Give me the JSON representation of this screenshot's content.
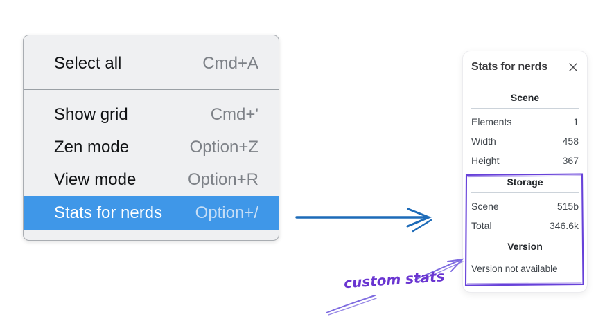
{
  "context_menu": {
    "items": [
      {
        "label": "Select all",
        "shortcut": "Cmd+A",
        "highlighted": false
      },
      {
        "label": "Show grid",
        "shortcut": "Cmd+'",
        "highlighted": false
      },
      {
        "label": "Zen mode",
        "shortcut": "Option+Z",
        "highlighted": false
      },
      {
        "label": "View mode",
        "shortcut": "Option+R",
        "highlighted": false
      },
      {
        "label": "Stats for nerds",
        "shortcut": "Option+/",
        "highlighted": true
      }
    ]
  },
  "stats_panel": {
    "title": "Stats for nerds",
    "close_icon": "x-icon",
    "sections": [
      {
        "heading": "Scene",
        "rows": [
          {
            "label": "Elements",
            "value": "1"
          },
          {
            "label": "Width",
            "value": "458"
          },
          {
            "label": "Height",
            "value": "367"
          }
        ]
      },
      {
        "heading": "Storage",
        "rows": [
          {
            "label": "Scene",
            "value": "515b"
          },
          {
            "label": "Total",
            "value": "346.6k"
          }
        ]
      },
      {
        "heading": "Version",
        "note": "Version not available"
      }
    ]
  },
  "annotation": {
    "label": "custom stats"
  },
  "colors": {
    "menu_highlight": "#3f97e8",
    "menu_background": "#eff0f2",
    "arrow_blue": "#1d6bb8",
    "annotation_purple": "#6741d9",
    "annotation_arrow_purple": "#7e6be0"
  }
}
